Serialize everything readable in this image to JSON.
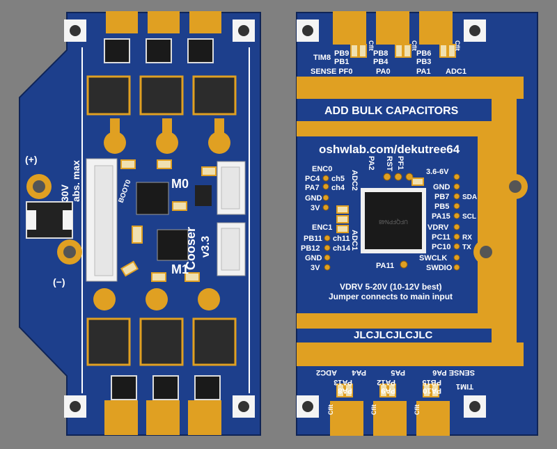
{
  "colors": {
    "background": "#808080",
    "board": "#1d3f8c",
    "board_dark": "#142e6a",
    "gold": "#e0a022",
    "silk": "#ffffff",
    "chip": "#1a1a1a"
  },
  "front": {
    "power_plus": "(+)",
    "power_minus": "(−)",
    "voltage_line1": "30V",
    "voltage_line2": "abs. max",
    "boot0": "BOOT0",
    "m0": "M0",
    "m1": "M1",
    "brand": "Cooser",
    "version": "v3.3"
  },
  "back": {
    "top_labels": {
      "tim8": "TIM8",
      "pb9": "PB9",
      "pb1": "PB1",
      "pb8": "PB8",
      "pb4": "PB4",
      "pb6": "PB6",
      "pb3": "PB3",
      "sense_pf0": "SENSE PF0",
      "pa0": "PA0",
      "pa1": "PA1",
      "adc1": "ADC1",
      "cflt": "Cflt"
    },
    "add_bulk": "ADD BULK CAPACITORS",
    "url": "oshwlab.com/dekutree64",
    "pa2": "PA2",
    "rst": "RST",
    "pf1": "PF1",
    "adc2": "ADC2",
    "adc1_rot": "ADC1",
    "enc0": "ENC0",
    "enc1": "ENC1",
    "left_pins_a": [
      {
        "pin": "PC4",
        "ch": "ch5"
      },
      {
        "pin": "PA7",
        "ch": "ch4"
      },
      {
        "pin": "GND",
        "ch": ""
      },
      {
        "pin": "3V",
        "ch": ""
      }
    ],
    "left_pins_b": [
      {
        "pin": "PB11",
        "ch": "ch11"
      },
      {
        "pin": "PB12",
        "ch": "ch14"
      },
      {
        "pin": "GND",
        "ch": ""
      },
      {
        "pin": "3V",
        "ch": ""
      }
    ],
    "right_pins": [
      {
        "pin": "3.6-6V",
        "extra": ""
      },
      {
        "pin": "GND",
        "extra": ""
      },
      {
        "pin": "PB7",
        "extra": "SDA"
      },
      {
        "pin": "PB5",
        "extra": ""
      },
      {
        "pin": "PA15",
        "extra": "SCL"
      },
      {
        "pin": "VDRV",
        "extra": ""
      },
      {
        "pin": "PC11",
        "extra": "RX"
      },
      {
        "pin": "PC10",
        "extra": "TX"
      },
      {
        "pin": "SWCLK",
        "extra": ""
      },
      {
        "pin": "SWDIO",
        "extra": ""
      }
    ],
    "pa11": "PA11",
    "mcu_marking": "UFQFPN48",
    "vdrv_note": "VDRV 5-20V (10-12V best)",
    "jumper_note": "Jumper connects to main input",
    "jlc": "JLCJLCJLCJLC",
    "bottom_labels": {
      "adc2": "ADC2",
      "pa4": "PA4",
      "pa13": "PA13",
      "pa8": "PA8",
      "pa5": "PA5",
      "pa12": "PA12",
      "pa9": "PA9",
      "sense_pa6": "SENSE PA6",
      "pb15": "PB15",
      "pa10": "PA10",
      "tim1": "TIM1",
      "cflt": "Cflt"
    }
  }
}
